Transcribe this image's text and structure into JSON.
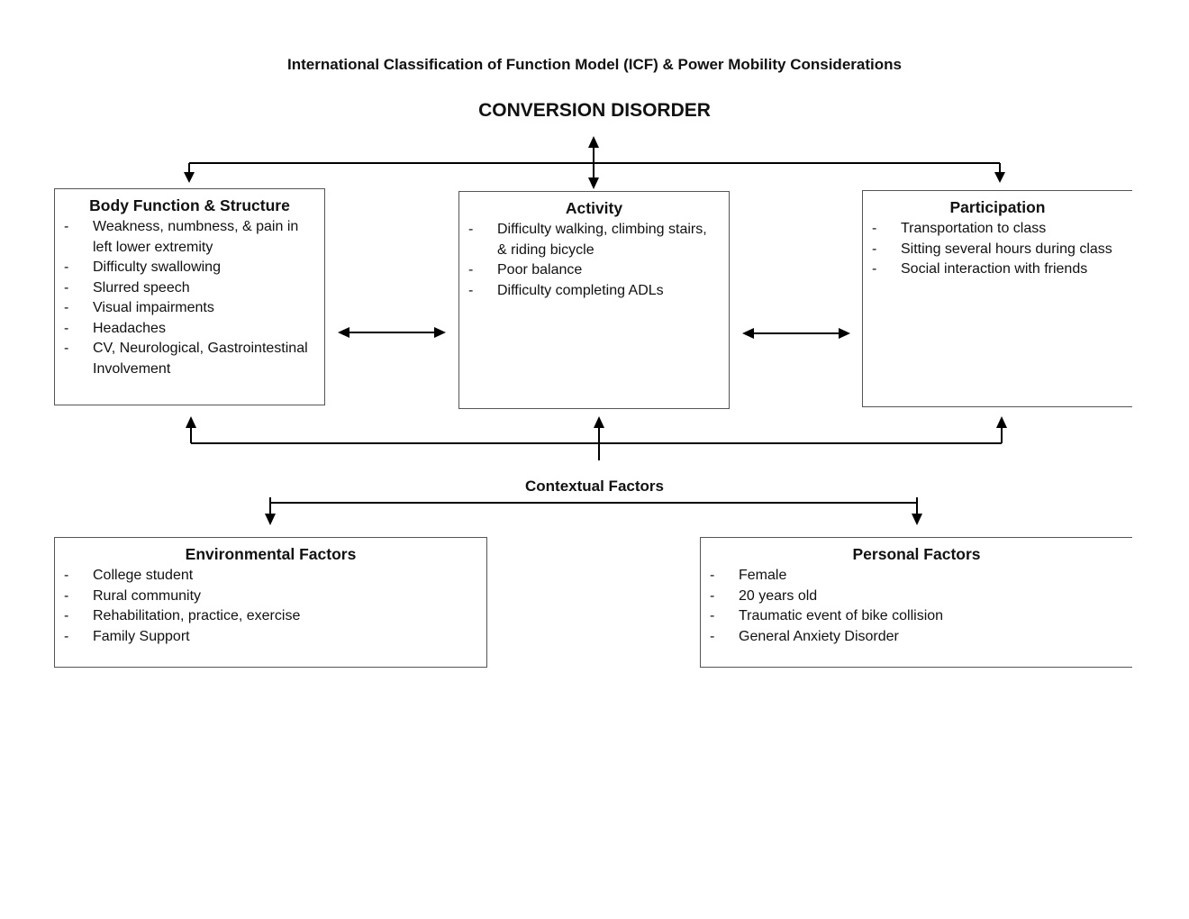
{
  "header": {
    "title": "International Classification of Function Model (ICF) & Power Mobility Considerations",
    "condition": "CONVERSION DISORDER"
  },
  "boxes": {
    "body": {
      "title": "Body Function & Structure",
      "items": [
        "Weakness, numbness, & pain in left lower extremity",
        "Difficulty swallowing",
        "Slurred speech",
        "Visual impairments",
        "Headaches",
        "CV, Neurological, Gastrointestinal Involvement"
      ]
    },
    "activity": {
      "title": "Activity",
      "items": [
        "Difficulty walking, climbing stairs, & riding bicycle",
        "Poor balance",
        "Difficulty completing ADLs"
      ]
    },
    "participation": {
      "title": "Participation",
      "items": [
        "Transportation to class",
        "Sitting several hours during class",
        "Social interaction with friends"
      ]
    },
    "contextual": {
      "label": "Contextual Factors"
    },
    "environmental": {
      "title": "Environmental Factors",
      "items": [
        "College student",
        "Rural community",
        "Rehabilitation, practice, exercise",
        "Family Support"
      ]
    },
    "personal": {
      "title": "Personal Factors",
      "items": [
        "Female",
        "20 years old",
        "Traumatic event of bike collision",
        "General Anxiety Disorder"
      ]
    }
  }
}
